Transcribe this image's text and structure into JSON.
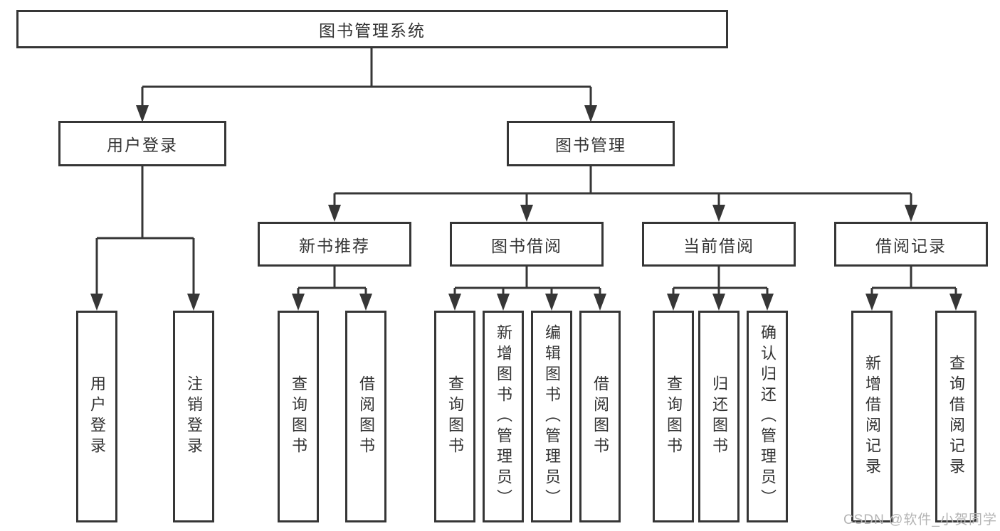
{
  "diagram": {
    "root_label": "图书管理系统",
    "level2": {
      "user_login": {
        "label": "用户登录",
        "children": {
          "login": "用户登录",
          "logout": "注销登录"
        }
      },
      "book_management": {
        "label": "图书管理"
      }
    },
    "level3": {
      "new_book_recommend": {
        "label": "新书推荐",
        "children": {
          "query_books": "查询图书",
          "borrow_books": "借阅图书"
        }
      },
      "book_borrow": {
        "label": "图书借阅",
        "children": {
          "query_books": "查询图书",
          "add_book_admin": "新增图书（管理员）",
          "edit_book_admin": "编辑图书（管理员）",
          "borrow_books": "借阅图书"
        }
      },
      "current_borrow": {
        "label": "当前借阅",
        "children": {
          "query_books": "查询图书",
          "return_books": "归还图书",
          "confirm_return_admin": "确认归还（管理员）"
        }
      },
      "borrow_records": {
        "label": "借阅记录",
        "children": {
          "add_record": "新增借阅记录",
          "query_record": "查询借阅记录"
        }
      }
    },
    "watermark": "CSDN @软件_小贺同学",
    "colors": {
      "line": "#363636",
      "text": "#333333",
      "watermark": "#b4b4b4",
      "background": "#ffffff"
    }
  }
}
